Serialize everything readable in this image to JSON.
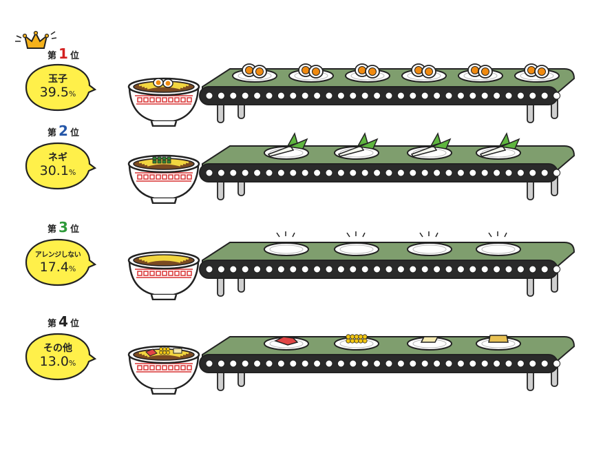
{
  "chart_data": {
    "type": "bar",
    "categories": [
      "玉子",
      "ネギ",
      "アレンジしない",
      "その他"
    ],
    "values": [
      39.5,
      30.1,
      17.4,
      13.0
    ],
    "unit": "%",
    "ranks": [
      {
        "prefix": "第",
        "num": "1",
        "suffix": "位",
        "num_color": "#d32020"
      },
      {
        "prefix": "第",
        "num": "2",
        "suffix": "位",
        "num_color": "#2456a8"
      },
      {
        "prefix": "第",
        "num": "3",
        "suffix": "位",
        "num_color": "#2e9a3a"
      },
      {
        "prefix": "第",
        "num": "4",
        "suffix": "位",
        "num_color": "#222222"
      }
    ],
    "value_labels": [
      {
        "main": "39.5",
        "unit": "%"
      },
      {
        "main": "30.1",
        "unit": "%"
      },
      {
        "main": "17.4",
        "unit": "%"
      },
      {
        "main": "13.0",
        "unit": "%"
      }
    ],
    "belt_items": [
      "egg",
      "green-onion",
      "empty-plate",
      "mixed-toppings"
    ]
  },
  "colors": {
    "bubble": "#fff04a",
    "belt_top": "#7f9e6e",
    "belt_dark": "#2a2a2a",
    "crown": "#f5b21c",
    "egg_yolk": "#f08a10",
    "onion_green": "#5fb63f"
  }
}
